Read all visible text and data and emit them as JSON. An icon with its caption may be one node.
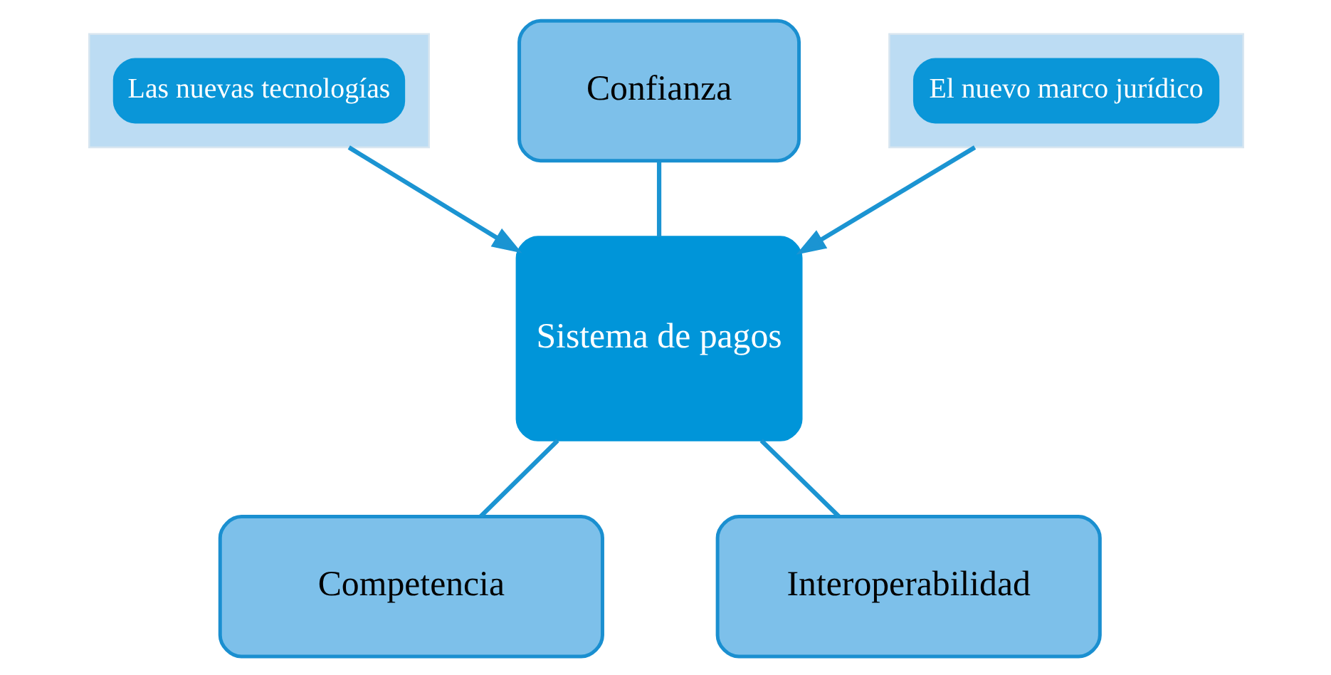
{
  "diagram": {
    "nodes": [
      {
        "text": [],
        "shape": "bar"
      },
      {
        "text": [
          "Las nuevas tecnologías"
        ],
        "in": 0
      },
      {
        "text": [
          "Confianza"
        ]
      },
      {
        "text": [],
        "shape": "bar"
      },
      {
        "text": [
          "El nuevo marco jurídico"
        ],
        "in": 3
      },
      {
        "text": [
          "Sistema de pagos"
        ]
      },
      {
        "text": [
          "Competencia"
        ]
      },
      {
        "text": [
          "Interoperabilidad"
        ]
      }
    ],
    "edges": [
      {
        "from": 0,
        "to": 5,
        "arrow": "to"
      },
      {
        "from": 2,
        "to": 5,
        "arrow": "none"
      },
      {
        "from": 3,
        "to": 5,
        "arrow": "to"
      },
      {
        "from": 5,
        "to": 6,
        "arrow": "none"
      },
      {
        "from": 5,
        "to": 7,
        "arrow": "none"
      }
    ]
  }
}
